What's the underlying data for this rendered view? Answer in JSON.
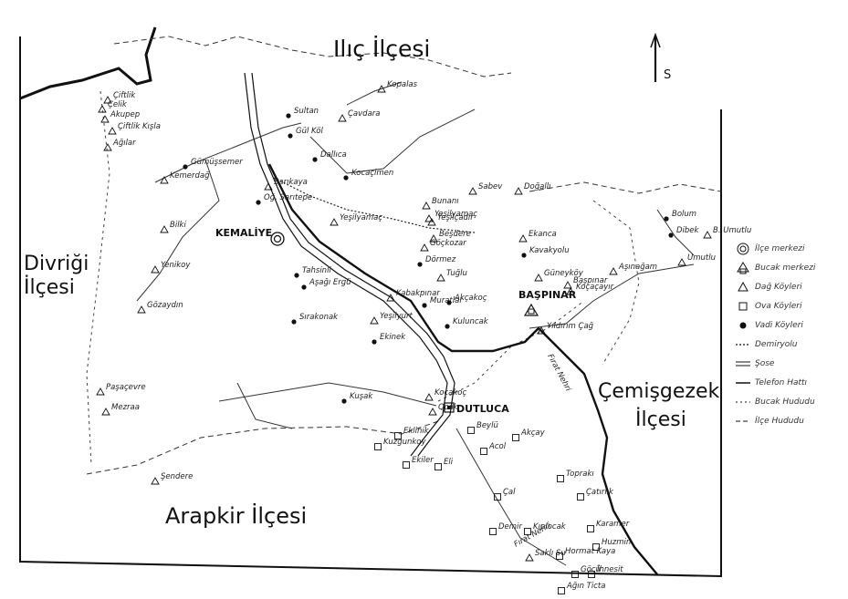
{
  "regions": {
    "north": "Ilıç İlçesi",
    "west_1": "Divriği",
    "west_2": "İlçesi",
    "south": "Arapkir İlçesi",
    "east_1": "Çemişgezek",
    "east_2": "İlçesi"
  },
  "north_arrow": "S",
  "centers": {
    "ilce": "KEMALİYE",
    "bucak_1": "DUTLUCA",
    "bucak_2": "BAŞPINAR"
  },
  "villages": [
    "Çiftlik",
    "Çelik",
    "Akupep",
    "Çiftlik Kışla",
    "Ağılar",
    "Gümüşsemer",
    "Kemerdağ",
    "Bilki",
    "Yenikoy",
    "Gözaydın",
    "Sultan",
    "Gül Köl",
    "Kopalas",
    "Çavdara",
    "Dallıca",
    "Sarıkaya",
    "Oğ. Sarıtepe",
    "Kocaçimen",
    "Yeşilyamaç",
    "Yeşilyamaç",
    "Beşdere",
    "Tahsinli",
    "Aşağı Ergü",
    "Sırakonak",
    "Kabakpınar",
    "Yeşilyurt",
    "Ekinek",
    "Bunanı",
    "Sabev",
    "Doğallı",
    "Yeşilçadır",
    "Göçkozar",
    "Dörmez",
    "Tuğlu",
    "Muratlar",
    "Akçakoç",
    "Kuluncak",
    "Ekanca",
    "Kavakyolu",
    "Güneyköy",
    "Başpınar",
    "Koçaçayır",
    "Yıldırım Çağ",
    "Aşınağam",
    "Bolum",
    "Dibek",
    "B. Umutlu",
    "Umutlu",
    "Paşaçevre",
    "Mezraa",
    "Kocakoç",
    "Kuşak",
    "Qcak",
    "Beylü",
    "Akçay",
    "Acol",
    "Kuzgunkoy",
    "Eklinik",
    "Ekiler",
    "Eli",
    "Toprakı",
    "Çal",
    "Çatırlık",
    "Demir",
    "Kıplocak",
    "Karamer",
    "Huzmin",
    "Hormat Kaya",
    "Göçü",
    "İhnesit",
    "Ağın Ticta",
    "Şendere",
    "Saklı Su"
  ],
  "river_labels": [
    "Fırat Nehri",
    "Fırat Nehri"
  ],
  "legend": {
    "items": [
      {
        "label": "İlçe merkezi",
        "symbol": "ilce-center-icon"
      },
      {
        "label": "Bucak merkezi",
        "symbol": "bucak-center-icon"
      },
      {
        "label": "Dağ Köyleri",
        "symbol": "triangle-icon"
      },
      {
        "label": "Ova Köyleri",
        "symbol": "square-icon"
      },
      {
        "label": "Vadi Köyleri",
        "symbol": "dot-icon"
      },
      {
        "label": "Demiryolu",
        "symbol": "railway-icon"
      },
      {
        "label": "Şose",
        "symbol": "highway-icon"
      },
      {
        "label": "Telefon Hattı",
        "symbol": "phone-line-icon"
      },
      {
        "label": "Bucak Hududu",
        "symbol": "bucak-border-icon"
      },
      {
        "label": "İlçe Hududu",
        "symbol": "ilce-border-icon"
      }
    ]
  },
  "colors": {
    "ink": "#111111",
    "paper": "#ffffff"
  }
}
